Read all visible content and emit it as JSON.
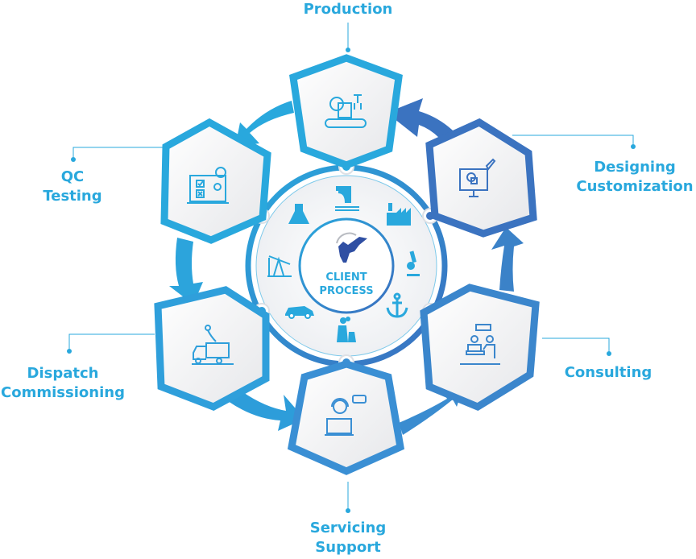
{
  "diagram": {
    "title": "Client Process Cycle",
    "center": {
      "line1": "CLIENT",
      "line2": "PROCESS",
      "logo_icon": "pegasus-logo-icon"
    },
    "inner_icons": [
      {
        "name": "flask-icon"
      },
      {
        "name": "outflow-pipe-icon"
      },
      {
        "name": "factory-icon"
      },
      {
        "name": "microscope-icon"
      },
      {
        "name": "anchor-icon"
      },
      {
        "name": "power-plant-icon"
      },
      {
        "name": "car-icon"
      },
      {
        "name": "oil-pump-icon"
      }
    ],
    "steps": [
      {
        "id": "production",
        "lines": [
          "Production"
        ],
        "icon": "conveyor-production-icon",
        "color": "#29a8dd"
      },
      {
        "id": "designing",
        "lines": [
          "Designing",
          "Customization"
        ],
        "icon": "design-monitor-icon",
        "color": "#3b7cc4"
      },
      {
        "id": "consulting",
        "lines": [
          "Consulting"
        ],
        "icon": "consultation-desk-icon",
        "color": "#3b86cc"
      },
      {
        "id": "servicing",
        "lines": [
          "Servicing",
          "Support"
        ],
        "icon": "support-agent-icon",
        "color": "#3a8fd4"
      },
      {
        "id": "dispatch",
        "lines": [
          "Dispatch",
          "Commissioning"
        ],
        "icon": "delivery-truck-icon",
        "color": "#2f9fdb"
      },
      {
        "id": "qc",
        "lines": [
          "QC",
          "Testing"
        ],
        "icon": "qc-checklist-icon",
        "color": "#29a8dd"
      }
    ],
    "colors": {
      "label": "#29a8dd",
      "hex_fill": "#f0f0f2",
      "accent_light": "#29a8dd",
      "accent_dark": "#3b6fbf"
    }
  }
}
